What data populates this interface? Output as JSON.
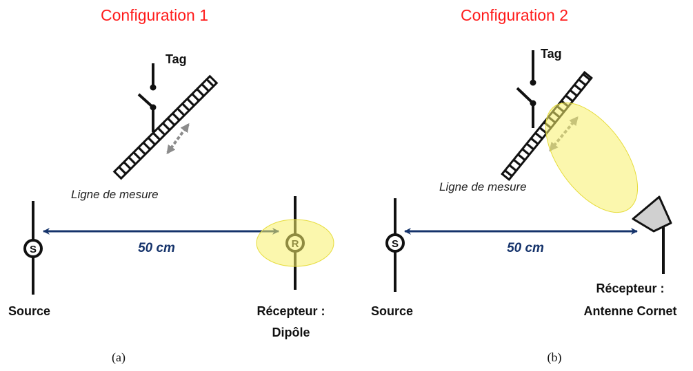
{
  "panel_a": {
    "title": "Configuration 1",
    "tag_label": "Tag",
    "line_label": "Ligne de mesure",
    "distance_label": "50 cm",
    "source_label": "Source",
    "source_symbol": "S",
    "receiver_symbol": "R",
    "receiver_label_line1": "Récepteur :",
    "receiver_label_line2": "Dipôle",
    "caption": "(a)"
  },
  "panel_b": {
    "title": "Configuration 2",
    "tag_label": "Tag",
    "line_label": "Ligne de mesure",
    "distance_label": "50 cm",
    "source_label": "Source",
    "source_symbol": "S",
    "receiver_label_line1": "Récepteur :",
    "receiver_label_line2": "Antenne Cornet",
    "caption": "(b)"
  },
  "colors": {
    "title": "#ff1a1a",
    "distance_arrow": "#15336b",
    "highlight": "#f7f06a",
    "motion_arrow": "#8c8c8c",
    "horn": "#d0d0d0"
  },
  "icons": {
    "source": "source-dipole-icon",
    "receiver_a": "receiver-dipole-icon",
    "receiver_b": "horn-antenna-icon",
    "tag": "tag-switch-icon",
    "line": "measurement-line-icon"
  }
}
